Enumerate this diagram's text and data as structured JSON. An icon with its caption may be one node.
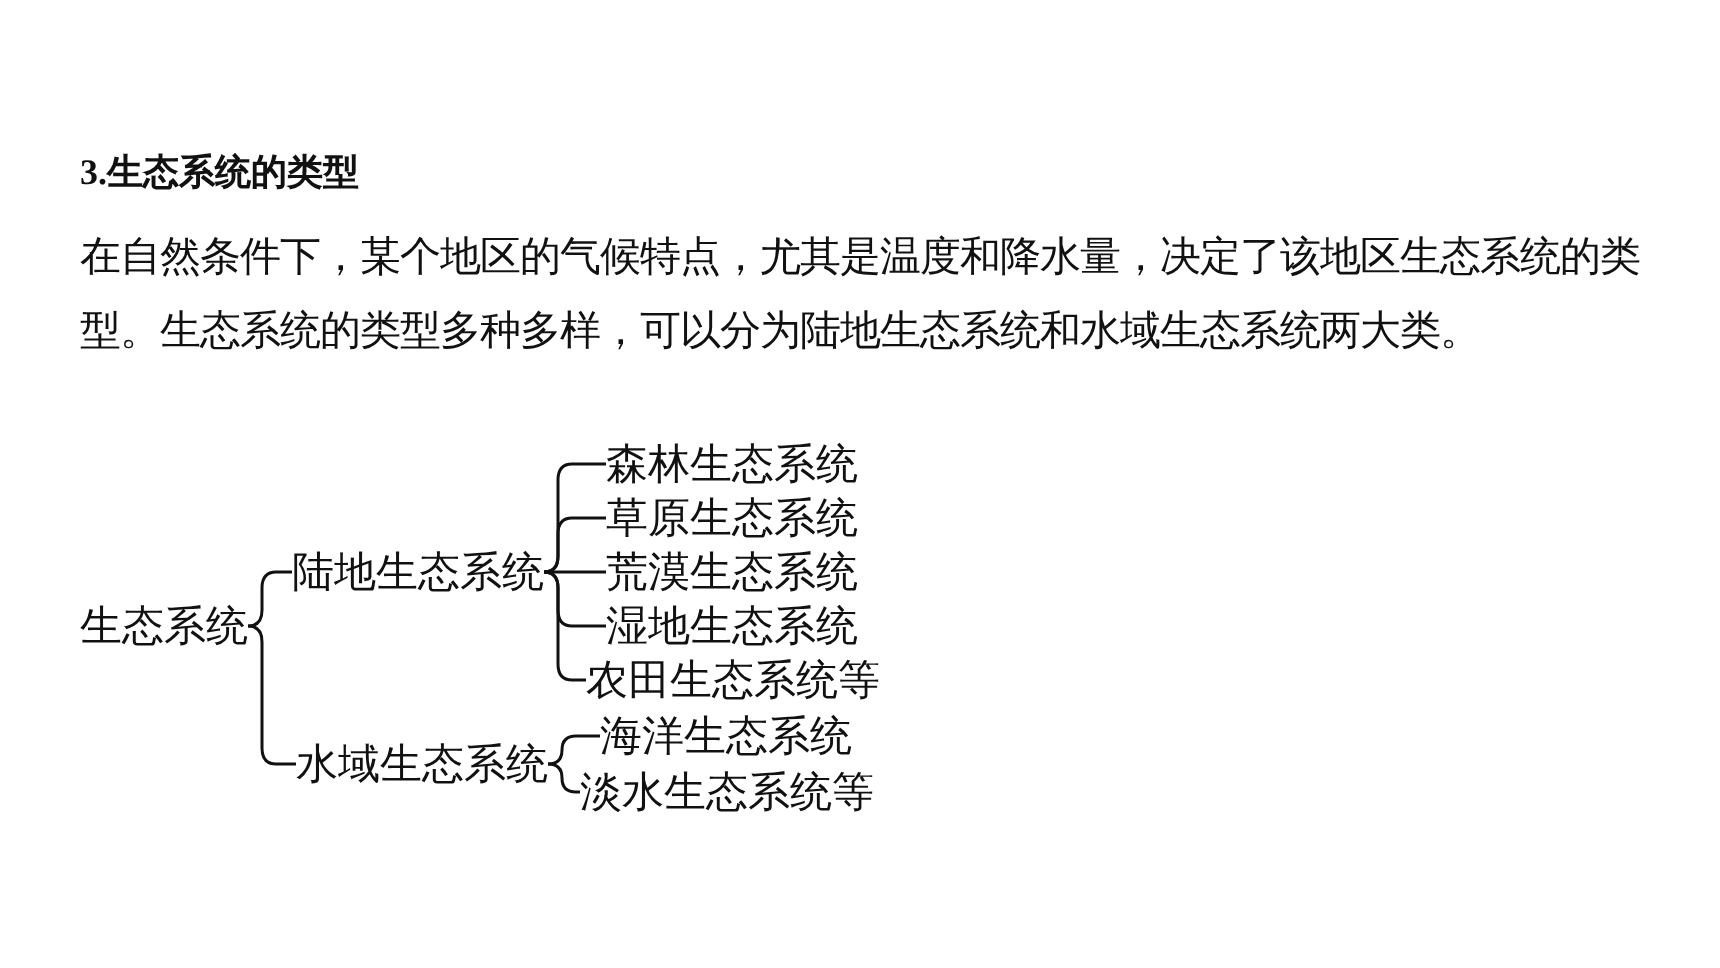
{
  "diagram": {
    "title": "3.生态系统的类型",
    "nodes": [
      {
        "text": [
          "生态系统"
        ]
      },
      {
        "text": [
          "陆地生态系统"
        ]
      },
      {
        "text": [
          "森林生态系统"
        ]
      },
      {
        "text": [
          "草原生态系统"
        ]
      },
      {
        "text": [
          "荒漠生态系统"
        ]
      },
      {
        "text": [
          "湿地生态系统"
        ]
      },
      {
        "text": [
          "农田生态系统等"
        ]
      },
      {
        "text": [
          "水域生态系统"
        ]
      },
      {
        "text": [
          "海洋生态系统"
        ]
      },
      {
        "text": [
          "淡水生态系统等"
        ]
      }
    ],
    "edges": [
      {
        "from": 0,
        "to": 1,
        "arrow": "none"
      },
      {
        "from": 0,
        "to": 7,
        "arrow": "none"
      },
      {
        "from": 1,
        "to": 2,
        "arrow": "none"
      },
      {
        "from": 1,
        "to": 3,
        "arrow": "none"
      },
      {
        "from": 1,
        "to": 4,
        "arrow": "none"
      },
      {
        "from": 1,
        "to": 5,
        "arrow": "none"
      },
      {
        "from": 1,
        "to": 6,
        "arrow": "none"
      },
      {
        "from": 7,
        "to": 8,
        "arrow": "none"
      },
      {
        "from": 7,
        "to": 9,
        "arrow": "none"
      }
    ],
    "labels": [
      "在自然条件下，某个地区的气候特点，尤其是温度和降水量，决定了该地区生态系统的类型。生态系统的类型多种多样，可以分为陆地生态系统和水域生态系统两大类。"
    ]
  }
}
